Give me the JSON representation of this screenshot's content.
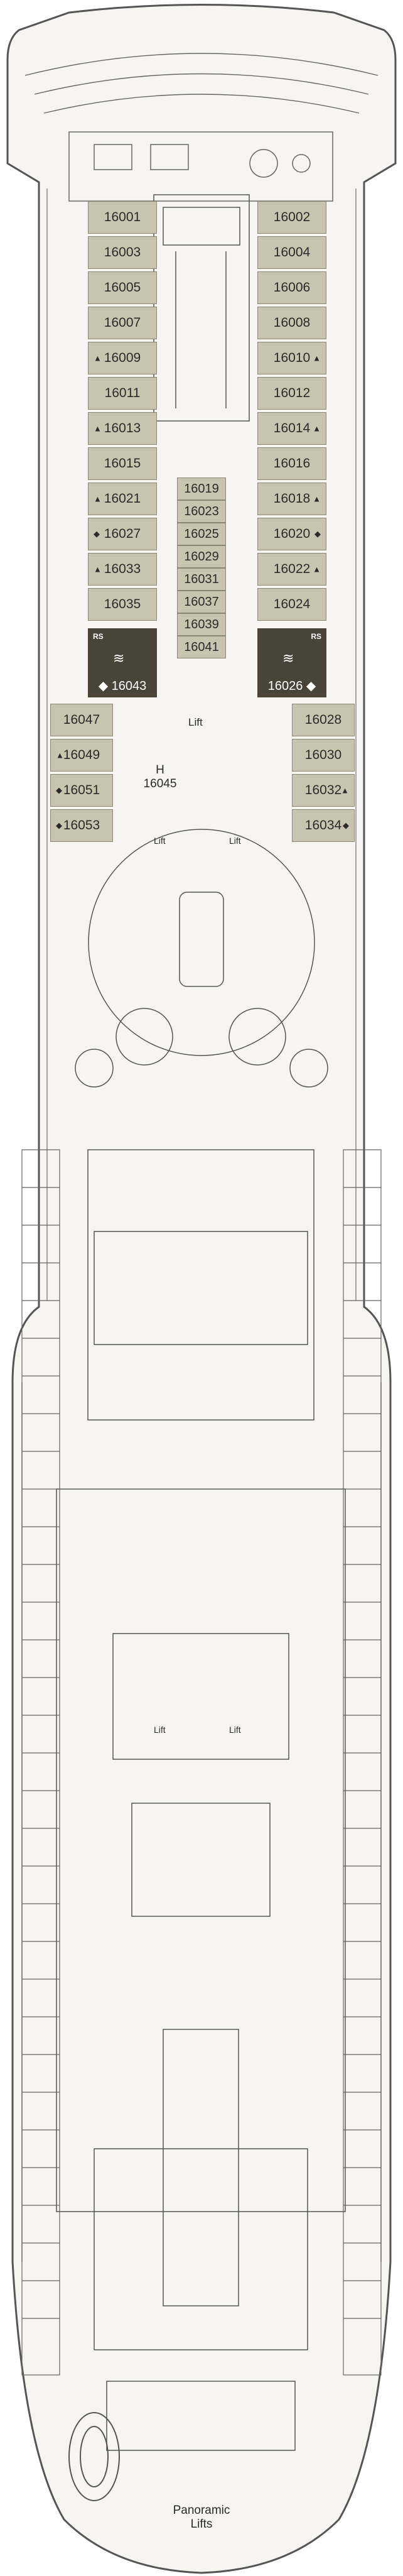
{
  "deck_plan": {
    "left_cabins": [
      {
        "number": "16001",
        "marker": ""
      },
      {
        "number": "16003",
        "marker": ""
      },
      {
        "number": "16005",
        "marker": ""
      },
      {
        "number": "16007",
        "marker": ""
      },
      {
        "number": "16009",
        "marker": "▲"
      },
      {
        "number": "16011",
        "marker": ""
      },
      {
        "number": "16013",
        "marker": "▲"
      },
      {
        "number": "16015",
        "marker": ""
      },
      {
        "number": "16021",
        "marker": "▲"
      },
      {
        "number": "16027",
        "marker": "◆"
      },
      {
        "number": "16033",
        "marker": "▲"
      },
      {
        "number": "16035",
        "marker": ""
      }
    ],
    "right_cabins": [
      {
        "number": "16002",
        "marker": ""
      },
      {
        "number": "16004",
        "marker": ""
      },
      {
        "number": "16006",
        "marker": ""
      },
      {
        "number": "16008",
        "marker": ""
      },
      {
        "number": "16010",
        "marker": "▲"
      },
      {
        "number": "16012",
        "marker": ""
      },
      {
        "number": "16014",
        "marker": "▲"
      },
      {
        "number": "16016",
        "marker": ""
      },
      {
        "number": "16018",
        "marker": "▲"
      },
      {
        "number": "16020",
        "marker": "◆"
      },
      {
        "number": "16022",
        "marker": "▲"
      },
      {
        "number": "16024",
        "marker": ""
      }
    ],
    "inner_cabins": [
      "16019",
      "16023",
      "16025",
      "16029",
      "16031",
      "16037",
      "16039",
      "16041"
    ],
    "suite_left": {
      "code": "RS",
      "number": "16043",
      "marker": "◆"
    },
    "suite_right": {
      "code": "RS",
      "number": "16026",
      "marker": "◆"
    },
    "lower_left_cabins": [
      {
        "number": "16047",
        "marker": ""
      },
      {
        "number": "16049",
        "marker": "▲"
      },
      {
        "number": "16051",
        "marker": "◆"
      },
      {
        "number": "16053",
        "marker": "◆"
      }
    ],
    "lower_right_cabins": [
      {
        "number": "16028",
        "marker": ""
      },
      {
        "number": "16030",
        "marker": ""
      },
      {
        "number": "16032",
        "marker": "▲"
      },
      {
        "number": "16034",
        "marker": "◆"
      }
    ],
    "accessible_cabin": {
      "symbol": "H",
      "number": "16045"
    },
    "labels": {
      "lift": "Lift",
      "panoramic_1": "Panoramic",
      "panoramic_2": "Lifts"
    }
  }
}
